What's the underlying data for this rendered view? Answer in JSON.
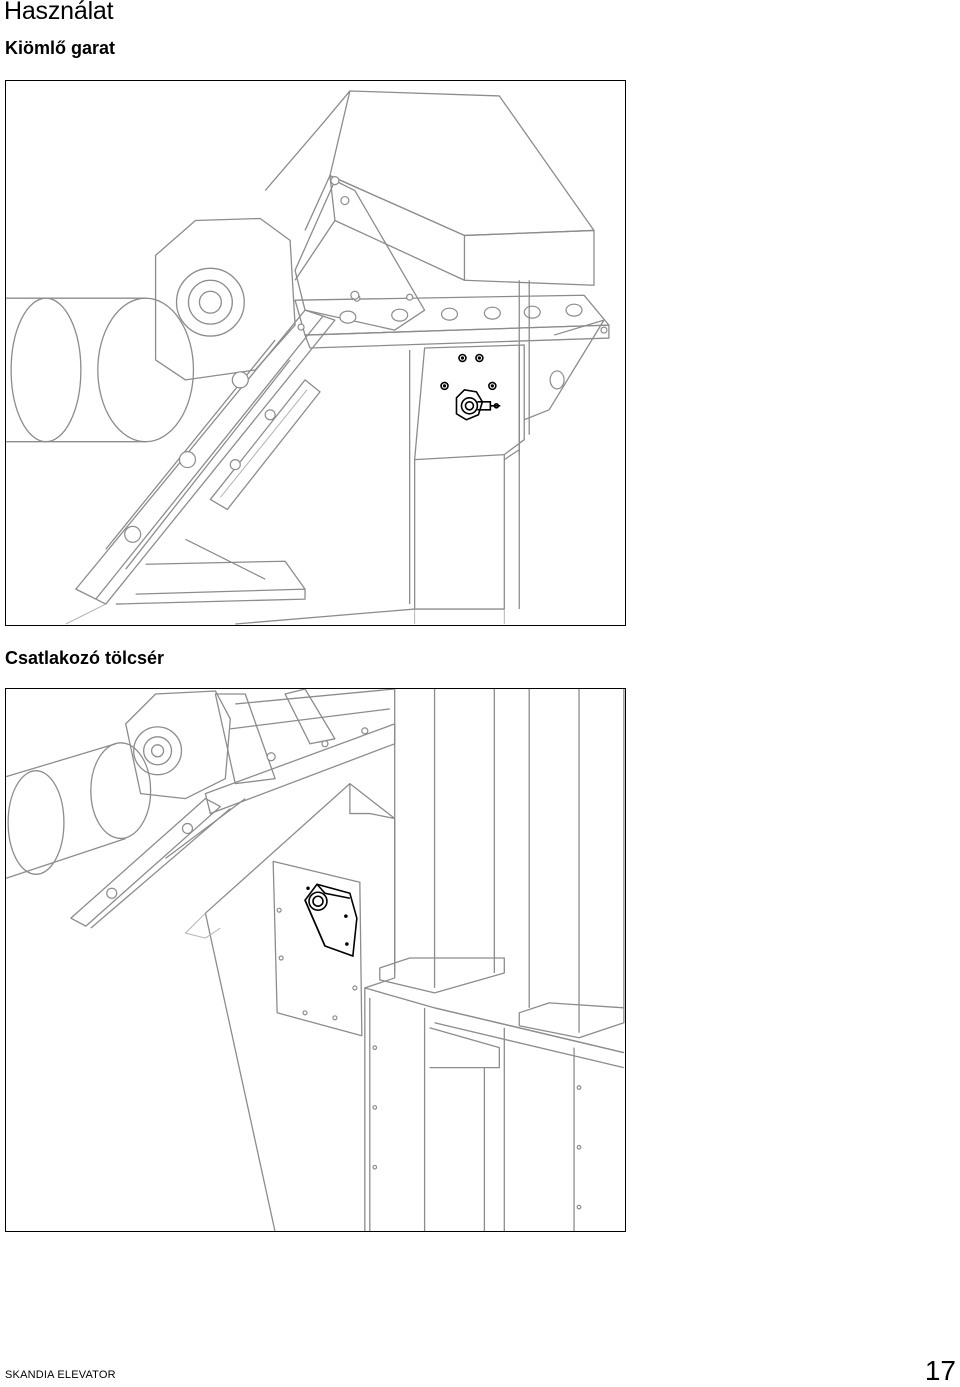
{
  "header": {
    "title": "Használat"
  },
  "sections": [
    {
      "heading": "Kiömlő garat",
      "figure_icon": "spout-hopper-illustration"
    },
    {
      "heading": "Csatlakozó tölcsér",
      "figure_icon": "connecting-hopper-illustration"
    }
  ],
  "footer": {
    "brand": "SKANDIA ELEVATOR",
    "page_number": "17"
  }
}
